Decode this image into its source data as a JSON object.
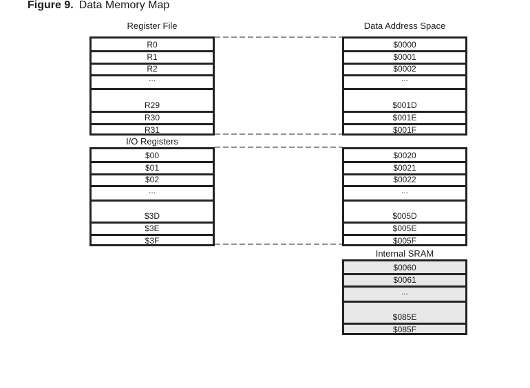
{
  "figure": {
    "number": "Figure 9.",
    "title": "Data Memory Map"
  },
  "columns": {
    "register_file": "Register File",
    "data_address_space": "Data Address Space"
  },
  "sections": {
    "io_registers": "I/O Registers",
    "internal_sram": "Internal SRAM"
  },
  "register_file": {
    "top": [
      "R0",
      "R1",
      "R2"
    ],
    "ellipsis": "...",
    "bottom": [
      "R29",
      "R30",
      "R31"
    ]
  },
  "register_file_addresses": {
    "top": [
      "$0000",
      "$0001",
      "$0002"
    ],
    "ellipsis": "...",
    "bottom": [
      "$001D",
      "$001E",
      "$001F"
    ]
  },
  "io_registers": {
    "top": [
      "$00",
      "$01",
      "$02"
    ],
    "ellipsis": "...",
    "bottom": [
      "$3D",
      "$3E",
      "$3F"
    ]
  },
  "io_addresses": {
    "top": [
      "$0020",
      "$0021",
      "$0022"
    ],
    "ellipsis": "...",
    "bottom": [
      "$005D",
      "$005E",
      "$005F"
    ]
  },
  "sram_addresses": {
    "top": [
      "$0060",
      "$0061"
    ],
    "ellipsis": "...",
    "bottom": [
      "$085E",
      "$085F"
    ]
  }
}
